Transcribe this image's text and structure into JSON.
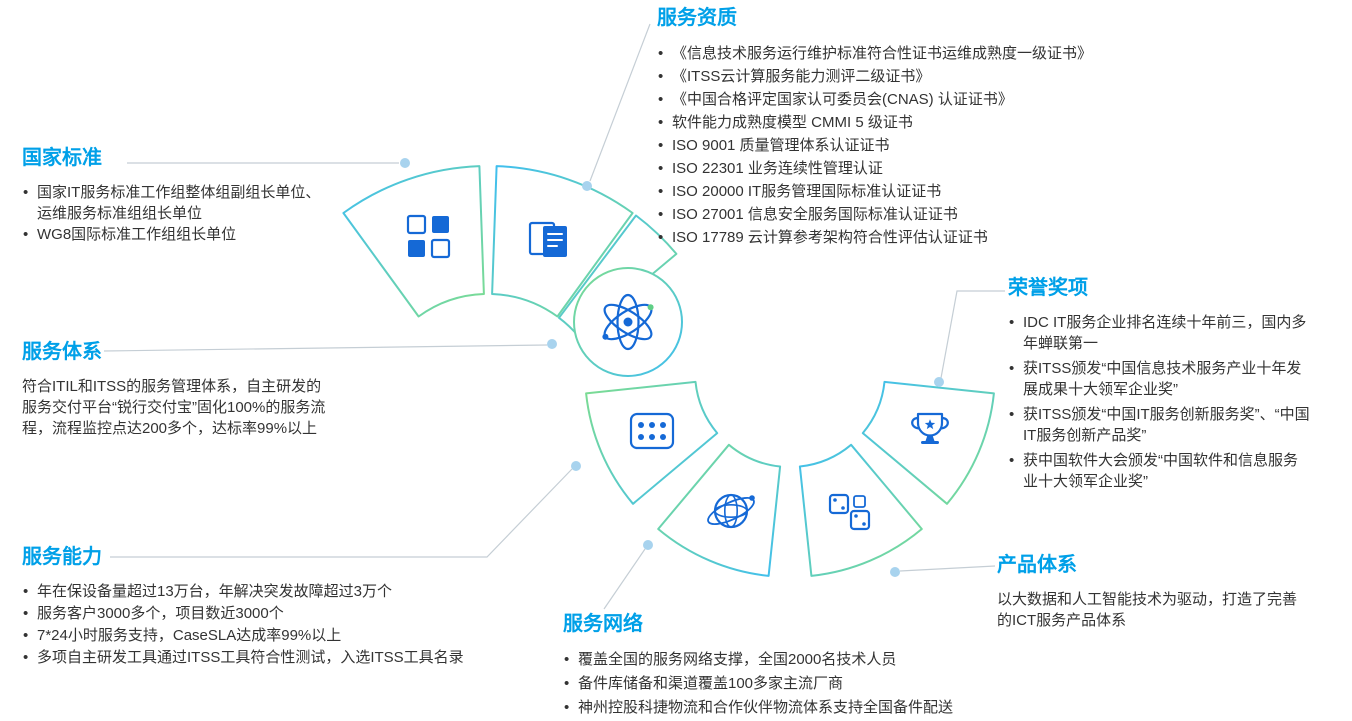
{
  "colors": {
    "title": "#00a0e8",
    "body": "#333333",
    "icon": "#1569d6",
    "grad_start": "#3fbef0",
    "grad_end": "#7edd8f",
    "connector": "#c5ced5",
    "dot": "#a8d3ee"
  },
  "icons": [
    "grid-icon",
    "certificate-icon",
    "atom-icon",
    "dots-grid-icon",
    "globe-icon",
    "dice-icon",
    "trophy-icon"
  ],
  "sections": {
    "national_standards": {
      "title": "国家标准",
      "bullets": [
        "国家IT服务标准工作组整体组副组长单位、运维服务标准组组长单位",
        "WG8国际标准工作组组长单位"
      ]
    },
    "service_qualifications": {
      "title": "服务资质",
      "bullets": [
        "《信息技术服务运行维护标准符合性证书运维成熟度一级证书》",
        "《ITSS云计算服务能力测评二级证书》",
        "《中国合格评定国家认可委员会(CNAS) 认证证书》",
        "软件能力成熟度模型 CMMI 5 级证书",
        "ISO 9001 质量管理体系认证证书",
        "ISO 22301 业务连续性管理认证",
        "ISO 20000 IT服务管理国际标准认证证书",
        "ISO 27001 信息安全服务国际标准认证证书",
        "ISO 17789 云计算参考架构符合性评估认证证书"
      ]
    },
    "honors": {
      "title": "荣誉奖项",
      "bullets": [
        "IDC IT服务企业排名连续十年前三，国内多年蝉联第一",
        "获ITSS颁发“中国信息技术服务产业十年发展成果十大领军企业奖”",
        "获ITSS颁发“中国IT服务创新服务奖”、“中国IT服务创新产品奖”",
        "获中国软件大会颁发“中国软件和信息服务业十大领军企业奖”"
      ]
    },
    "service_system": {
      "title": "服务体系",
      "paragraph": "符合ITIL和ITSS的服务管理体系，自主研发的服务交付平台“锐行交付宝”固化100%的服务流程，流程监控点达200多个，达标率99%以上"
    },
    "service_capability": {
      "title": "服务能力",
      "bullets": [
        "年在保设备量超过13万台，年解决突发故障超过3万个",
        "服务客户3000多个，项目数近3000个",
        "7*24小时服务支持，CaseSLA达成率99%以上",
        "多项自主研发工具通过ITSS工具符合性测试，入选ITSS工具名录"
      ]
    },
    "service_network": {
      "title": "服务网络",
      "bullets": [
        "覆盖全国的服务网络支撑，全国2000名技术人员",
        "备件库储备和渠道覆盖100多家主流厂商",
        "神州控股科捷物流和合作伙伴物流体系支持全国备件配送"
      ]
    },
    "product_system": {
      "title": "产品体系",
      "paragraph": "以大数据和人工智能技术为驱动，打造了完善的ICT服务产品体系"
    }
  }
}
